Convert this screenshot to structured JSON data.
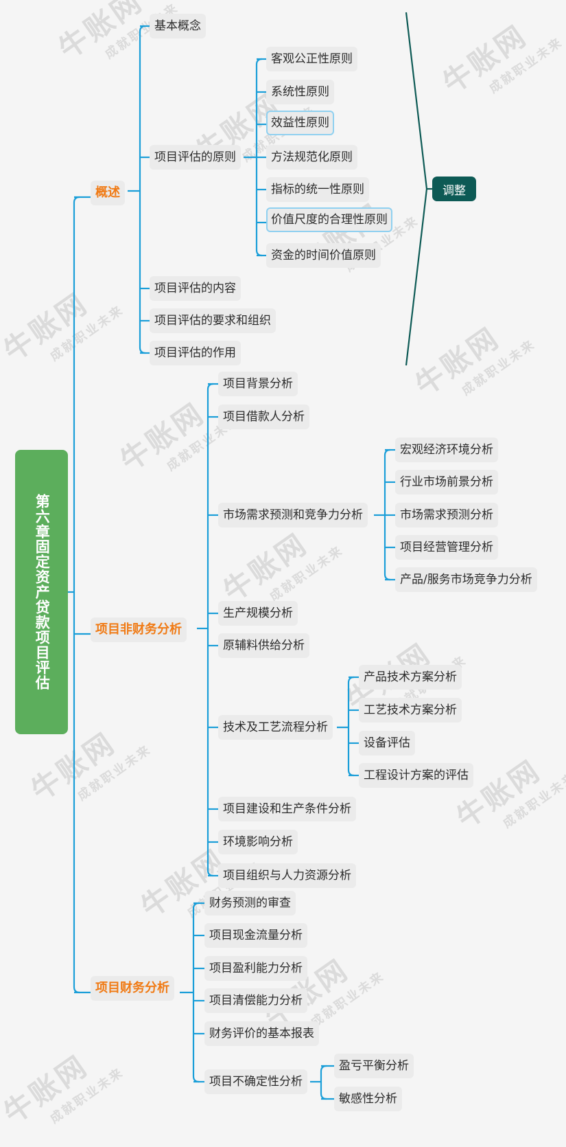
{
  "root": {
    "label": "第六章固定资产贷款项目评估"
  },
  "summary": {
    "label": "调整"
  },
  "watermark": {
    "brand": "牛账网",
    "slogan": "成就职业未来"
  },
  "branches": {
    "gaishu": {
      "label": "概述",
      "items": {
        "jiben": "基本概念",
        "yuanze": "项目评估的原则",
        "neirong": "项目评估的内容",
        "yaoqiu": "项目评估的要求和组织",
        "zuoyong": "项目评估的作用"
      },
      "yuanze_items": [
        "客观公正性原则",
        "系统性原则",
        "效益性原则",
        "方法规范化原则",
        "指标的统一性原则",
        "价值尺度的合理性原则",
        "资金的时间价值原则"
      ]
    },
    "feicaiwu": {
      "label": "项目非财务分析",
      "items": {
        "beijing": "项目背景分析",
        "jiekuanren": "项目借款人分析",
        "shichang": "市场需求预测和竞争力分析",
        "guimo": "生产规模分析",
        "yuanfuliao": "原辅料供给分析",
        "jishu": "技术及工艺流程分析",
        "jianshe": "项目建设和生产条件分析",
        "huanjing": "环境影响分析",
        "zuzhi": "项目组织与人力资源分析"
      },
      "shichang_items": [
        "宏观经济环境分析",
        "行业市场前景分析",
        "市场需求预测分析",
        "项目经营管理分析",
        "产品/服务市场竞争力分析"
      ],
      "jishu_items": [
        "产品技术方案分析",
        "工艺技术方案分析",
        "设备评估",
        "工程设计方案的评估"
      ]
    },
    "caiwu": {
      "label": "项目财务分析",
      "items": {
        "yuce": "财务预测的审查",
        "xianjin": "项目现金流量分析",
        "yingli": "项目盈利能力分析",
        "qingchang": "项目清偿能力分析",
        "baobiao": "财务评价的基本报表",
        "buqueding": "项目不确定性分析"
      },
      "buqueding_items": [
        "盈亏平衡分析",
        "敏感性分析"
      ]
    }
  }
}
